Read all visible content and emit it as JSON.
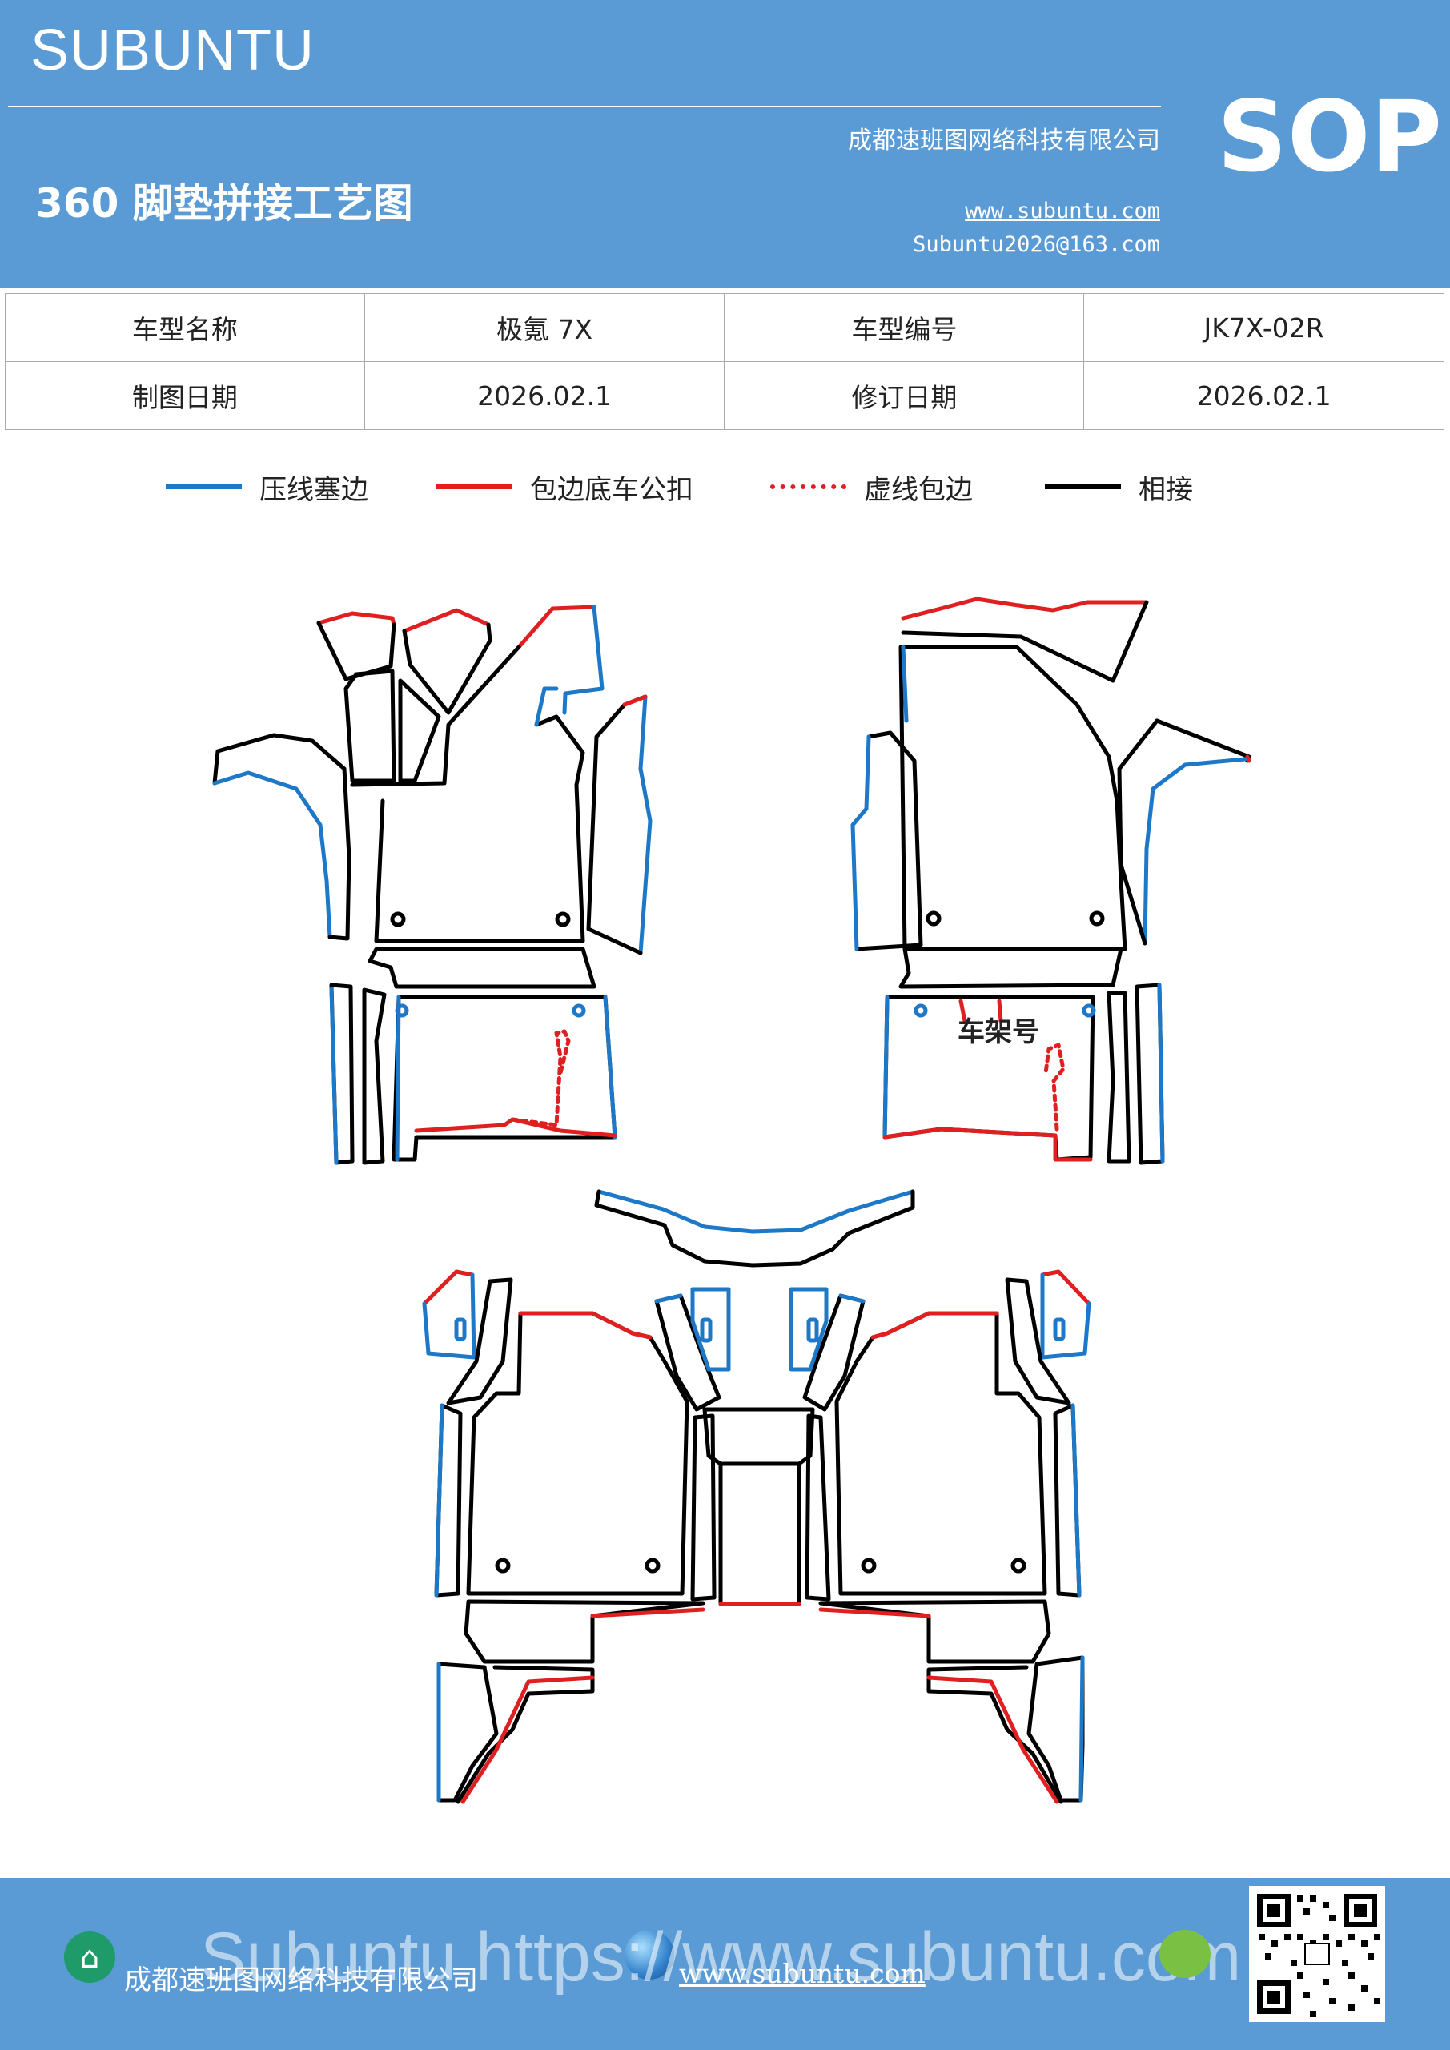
{
  "header": {
    "brand": "SUBUNTU",
    "title": "360 脚垫拼接工艺图",
    "company": "成都速班图网络科技有限公司",
    "website": "www.subuntu.com",
    "email": "Subuntu2026@163.com",
    "badge": "SOP"
  },
  "info": {
    "model_name_label": "车型名称",
    "model_name_value": "极氪 7X",
    "model_code_label": "车型编号",
    "model_code_value": "JK7X-02R",
    "draw_date_label": "制图日期",
    "draw_date_value": "2026.02.1",
    "revise_date_label": "修订日期",
    "revise_date_value": "2026.02.1"
  },
  "legend": [
    {
      "label": "压线塞边",
      "color": "#1e78c8",
      "style": "solid"
    },
    {
      "label": "包边底车公扣",
      "color": "#e02020",
      "style": "solid"
    },
    {
      "label": "虚线包边",
      "color": "#e02020",
      "style": "dotted"
    },
    {
      "label": "相接",
      "color": "#000000",
      "style": "solid"
    }
  ],
  "diagram": {
    "frame_label": "车架号"
  },
  "footer": {
    "company": "成都速班图网络科技有限公司",
    "website": "www.subuntu.com",
    "watermark": "Subuntu https://www.subuntu.com"
  },
  "icons": {
    "home": "home-icon",
    "globe": "globe-icon",
    "wechat": "wechat-icon",
    "qr": "qr-code"
  }
}
